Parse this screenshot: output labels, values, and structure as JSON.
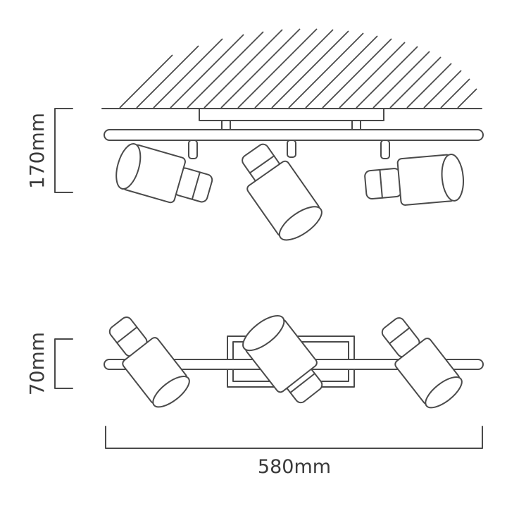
{
  "dimensions": {
    "side_height_label": "170mm",
    "top_depth_label": "70mm",
    "width_label": "580mm"
  },
  "colors": {
    "line": "#4a4a4a",
    "text": "#3a3a3a",
    "background": "#ffffff"
  }
}
